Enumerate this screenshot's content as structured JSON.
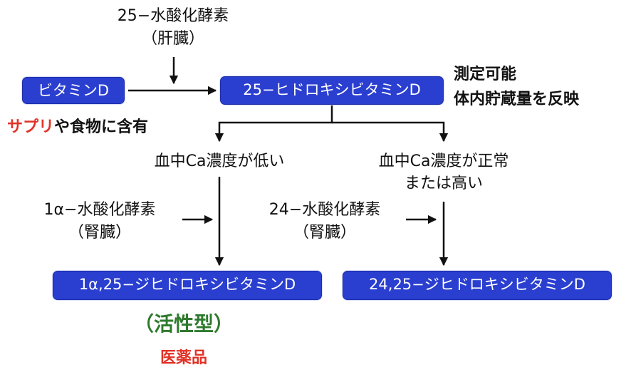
{
  "diagram": {
    "enzyme_liver": {
      "name": "25−水酸化酵素",
      "organ": "（肝臓）"
    },
    "vitamin_d": "ビタミンD",
    "source": {
      "red": "サプリ",
      "rest": "や食物に含有"
    },
    "hydroxy25": "25−ヒドロキシビタミンD",
    "note": {
      "line1": "測定可能",
      "line2": "体内貯蔵量を反映"
    },
    "cond_low": "血中Ca濃度が低い",
    "cond_high": {
      "line1": "血中Ca濃度が正常",
      "line2": "または高い"
    },
    "enzyme_1a": {
      "name": "1α−水酸化酵素",
      "organ": "（腎臓）"
    },
    "enzyme_24": {
      "name": "24−水酸化酵素",
      "organ": "（腎臓）"
    },
    "dihydroxy_1a25": "1α,25−ジヒドロキシビタミンD",
    "dihydroxy_2425": "24,25−ジヒドロキシビタミンD",
    "active_form": "（活性型）",
    "drug": "医薬品"
  },
  "colors": {
    "box_fill": "#2a3fd0",
    "box_text": "#ffffff",
    "highlight_red": "#e23228",
    "active_green": "#2f7a2e",
    "arrow": "#111111"
  }
}
